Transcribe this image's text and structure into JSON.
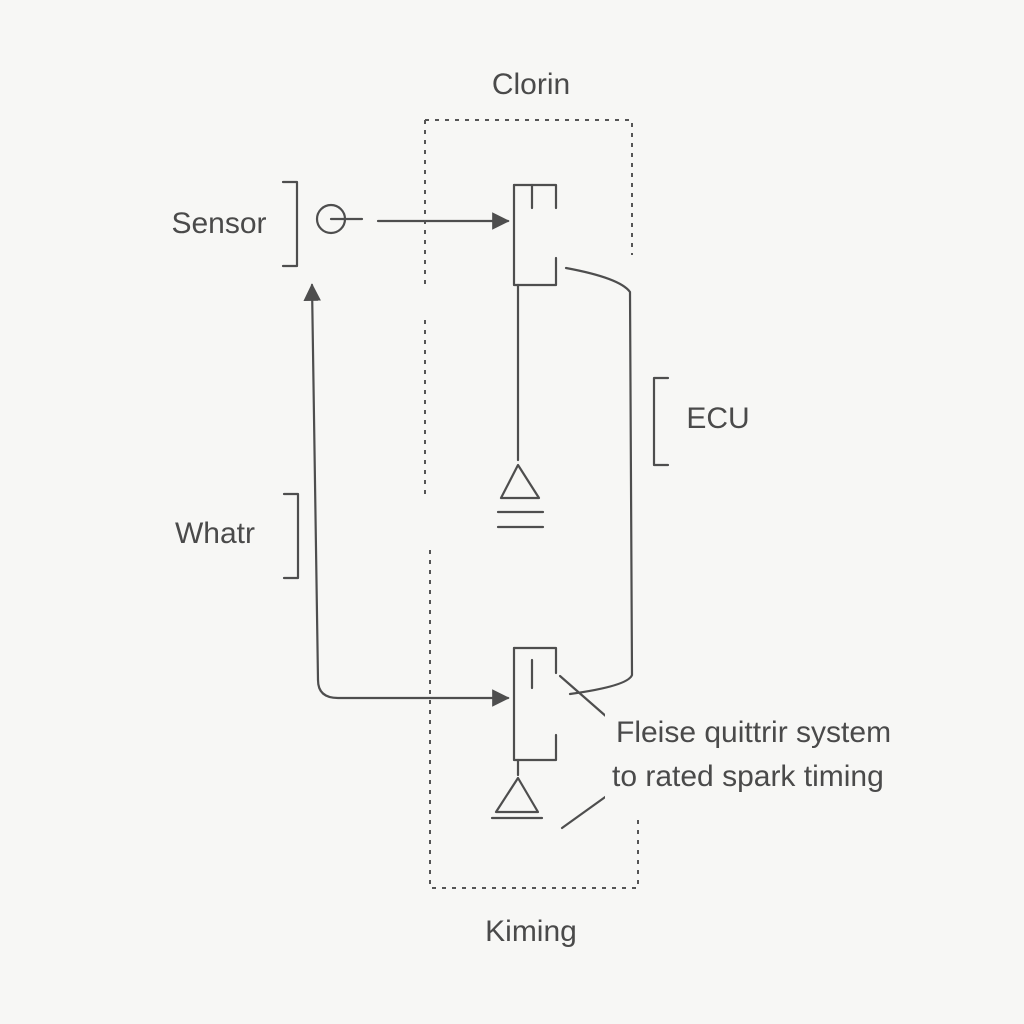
{
  "labels": {
    "top": "Clorin",
    "sensor": "Sensor",
    "whatr": "Whatr",
    "ecu": "ECU",
    "note_line1": "Fleise quittrir system",
    "note_line2": "to rated spark timing",
    "bottom": "Kiming"
  },
  "icons": {
    "sensor_symbol": "circle-probe-icon",
    "ground_upper": "ground-triangle-icon",
    "ground_lower": "ground-triangle-icon"
  },
  "colors": {
    "background": "#f7f7f5",
    "stroke": "#4e4e4e",
    "text": "#4a4a4a"
  }
}
